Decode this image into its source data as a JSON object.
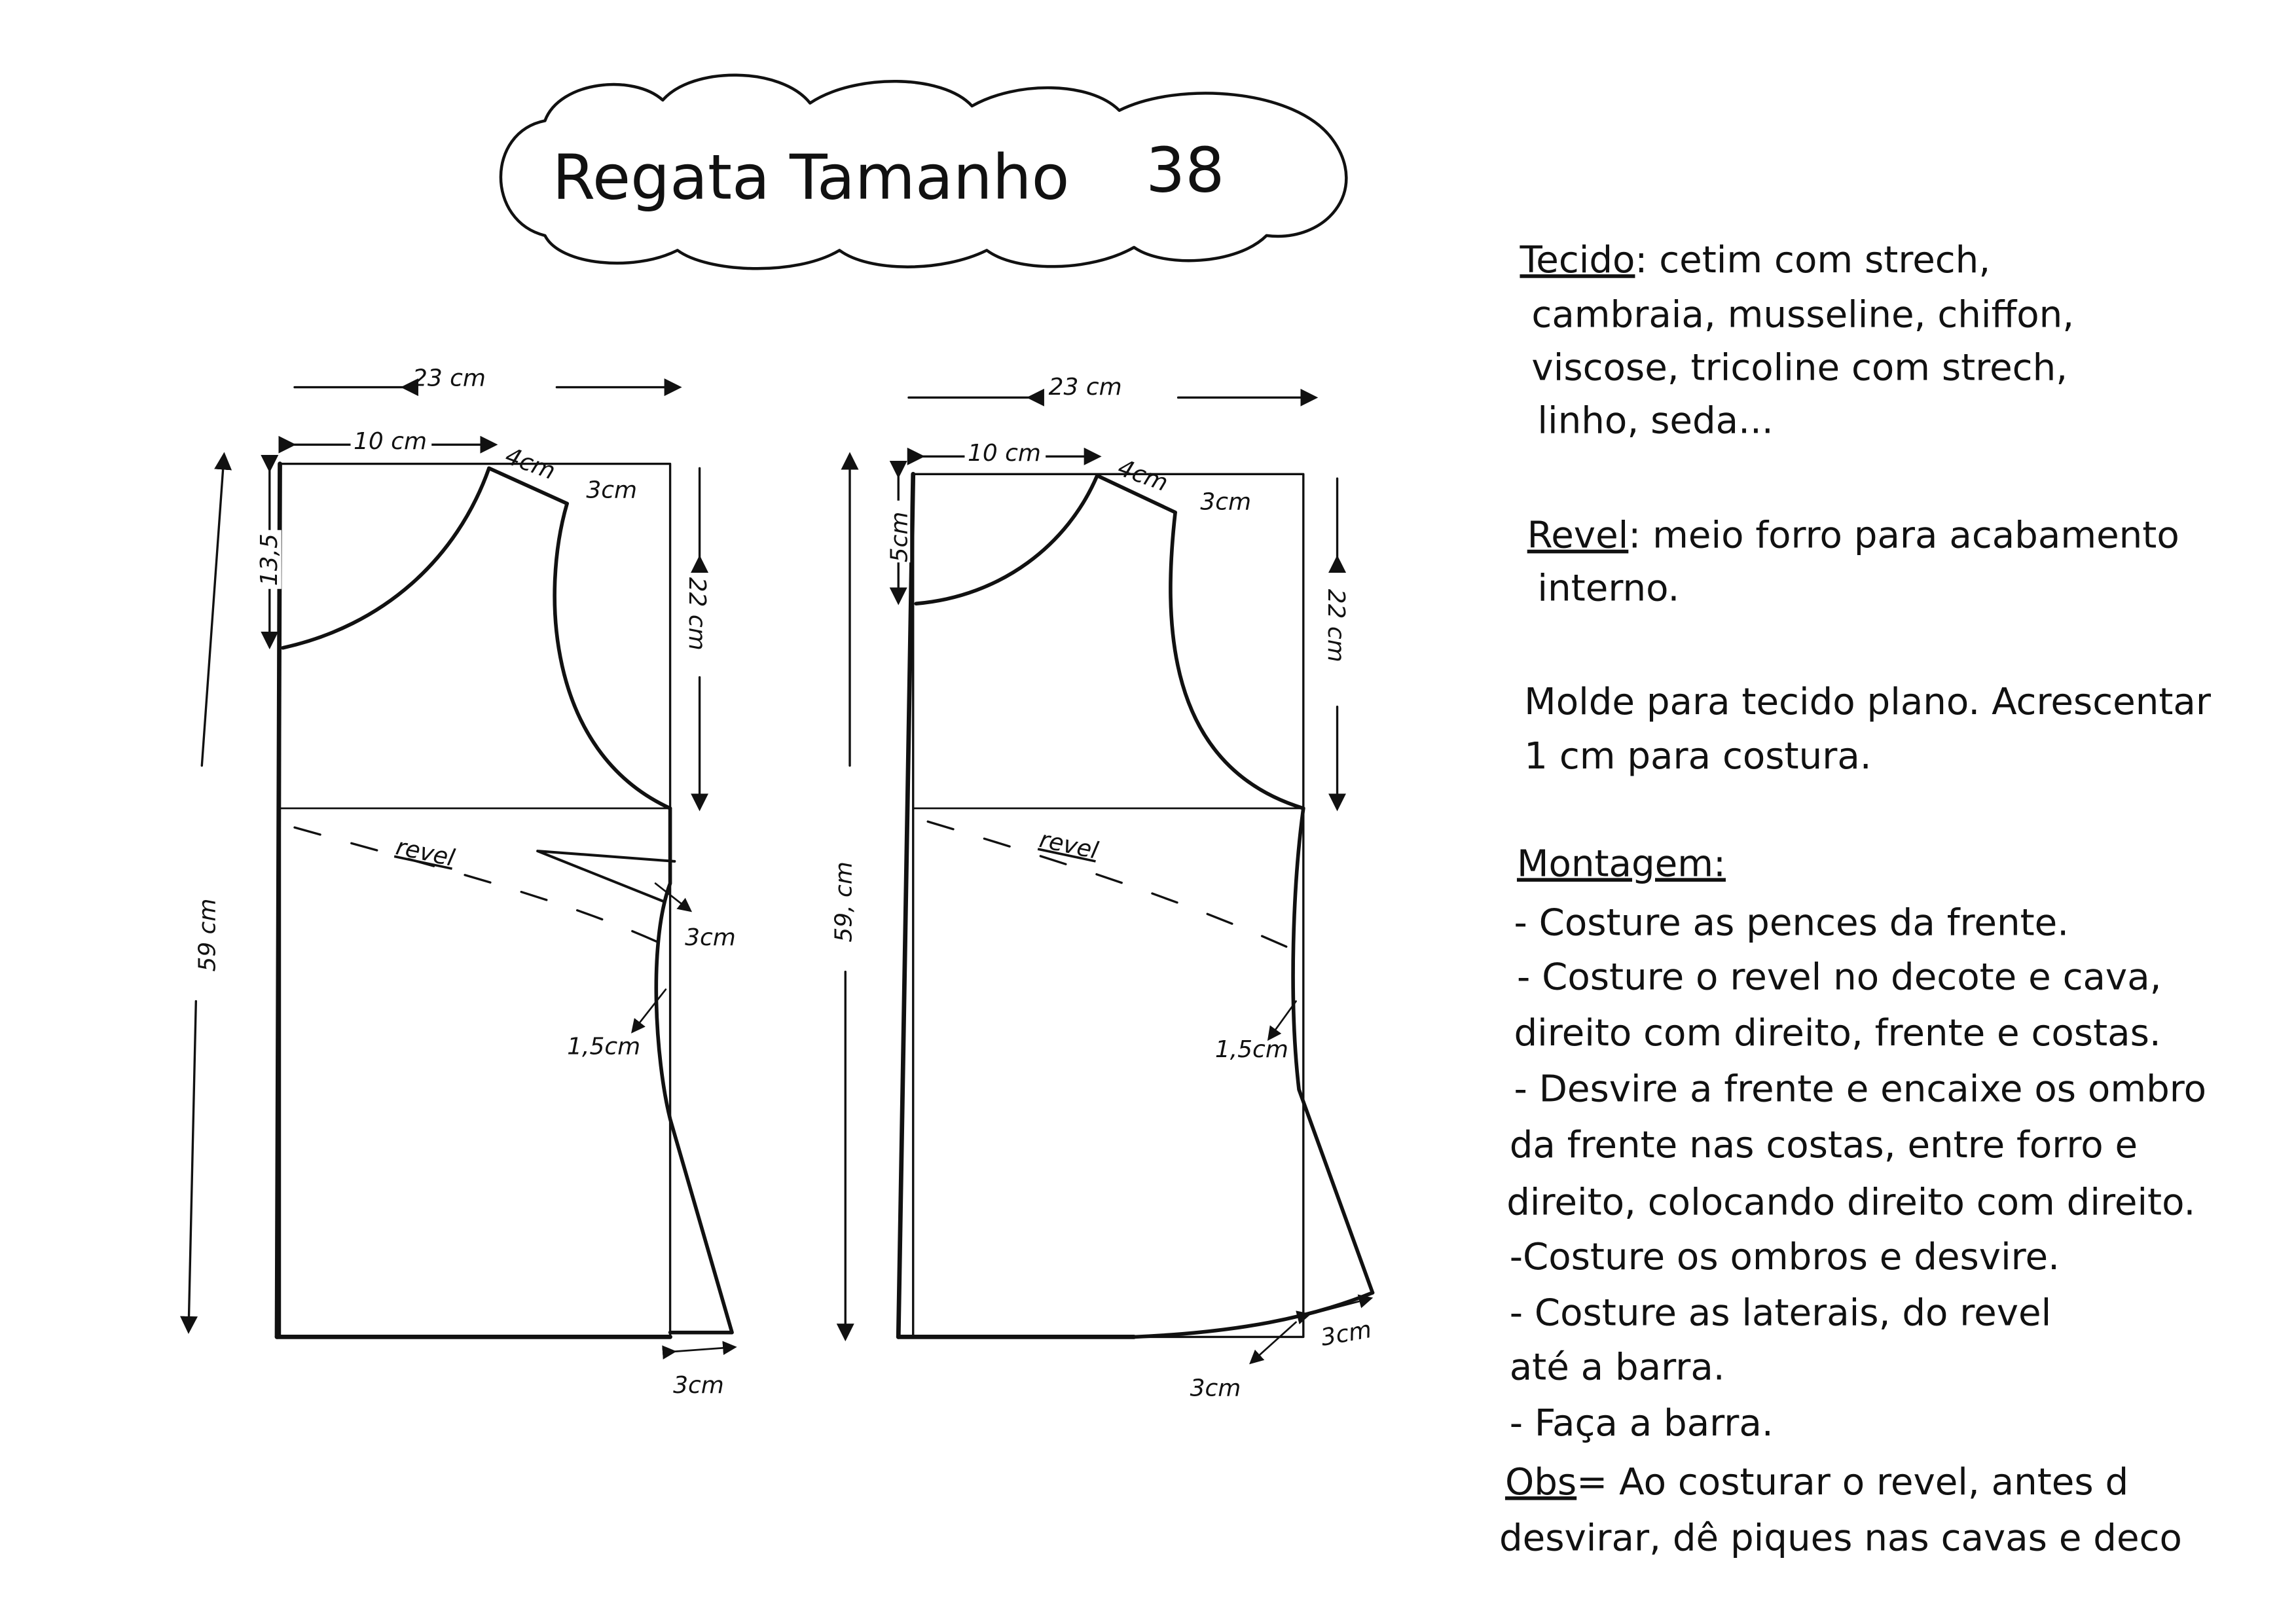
{
  "title": {
    "text": "Regata Tamanho",
    "size": "38"
  },
  "front": {
    "width": "23 cm",
    "neck_width": "10 cm",
    "shoulder": "4cm",
    "shoulder_drop": "3cm",
    "neck_depth": "13,5",
    "armhole_depth": "22 cm",
    "length": "59 cm",
    "revel": "revel",
    "dart": "3cm",
    "waist": "1,5cm",
    "hem_flare": "3cm"
  },
  "back": {
    "width": "23 cm",
    "neck_width": "10 cm",
    "shoulder": "4cm",
    "shoulder_drop": "3cm",
    "neck_depth": "5cm",
    "armhole_depth": "22 cm",
    "length": "59, cm",
    "revel": "revel",
    "waist": "1,5cm",
    "hem_flare": "3cm",
    "hem_curve": "3cm"
  },
  "notes": {
    "tecido": {
      "label": "Tecido",
      "lines": [
        ": cetim com strech,",
        "cambraia, musseline, chiffon,",
        "viscose, tricoline com strech,",
        "linho, seda..."
      ]
    },
    "revel": {
      "label": "Revel",
      "lines": [
        ": meio forro para acabamento",
        "interno."
      ]
    },
    "molde": {
      "lines": [
        "Molde para tecido plano. Acrescentar",
        "1 cm para costura."
      ]
    },
    "montagem": {
      "label": "Montagem:",
      "lines": [
        "- Costure as pences da frente.",
        "- Costure o revel no decote e cava,",
        "direito com direito, frente e costas.",
        "- Desvire a frente e encaixe os ombro",
        "da frente nas costas, entre forro e",
        "direito, colocando direito com direito.",
        "-Costure os ombros e desvire.",
        "- Costure as laterais, do revel",
        "até a barra.",
        "- Faça a barra."
      ]
    },
    "obs": {
      "label": "Obs",
      "lines": [
        "= Ao costurar o revel, antes d",
        "desvirar, dê piques nas cavas e deco"
      ]
    }
  }
}
